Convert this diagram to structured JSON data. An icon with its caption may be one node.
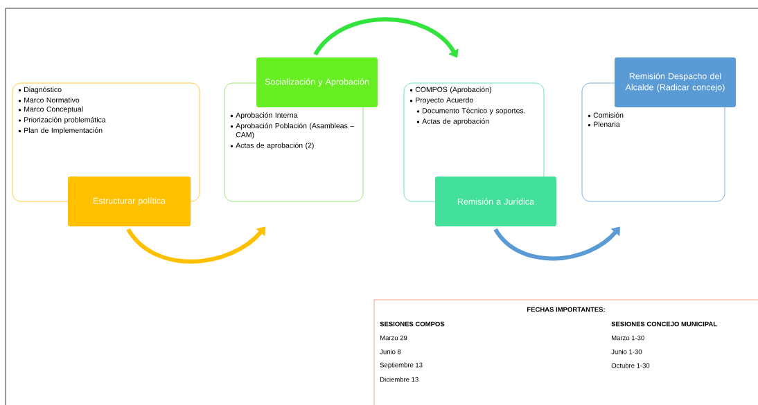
{
  "diagram": {
    "nodes": [
      {
        "text": [
          "Diagnóstico",
          "Marco Normativo",
          "Marco Conceptual",
          "Priorización problemática",
          "Plan de Implementación"
        ]
      },
      {
        "text": [
          "Estructurar política"
        ]
      },
      {
        "text": [
          "Aprobación Interna",
          "Aprobación Población (Asambleas – CAM)",
          "Actas de aprobación (2)"
        ]
      },
      {
        "text": [
          "Socialización y Aprobación"
        ]
      },
      {
        "text": [
          "COMPOS (Aprobación)",
          "Proyecto Acuerdo",
          "Documento Técnico y soportes.",
          "Actas de aprobación"
        ]
      },
      {
        "text": [
          "Remisión a Jurídica"
        ]
      },
      {
        "text": [
          "Comisión",
          "Plenaria"
        ]
      },
      {
        "text": [
          "Remisión Despacho del Alcalde (Radicar concejo)"
        ]
      },
      {
        "text": [
          "FECHAS IMPORTANTES:",
          "SESIONES COMPOS",
          "Marzo 29",
          "Junio 8",
          "Septiembre 13",
          "Diciembre 13",
          "SESIONES CONCEJO MUNICIPAL",
          "Marzo 1-30",
          "Junio 1-30",
          "Octubre 1-30"
        ]
      }
    ],
    "edges": [
      {
        "from": 1,
        "to": 2,
        "arrow": "to",
        "color": "#ffc000"
      },
      {
        "from": 3,
        "to": 4,
        "arrow": "to",
        "color": "#33e33d"
      },
      {
        "from": 5,
        "to": 6,
        "arrow": "to",
        "color": "#5b9bd5"
      }
    ]
  }
}
